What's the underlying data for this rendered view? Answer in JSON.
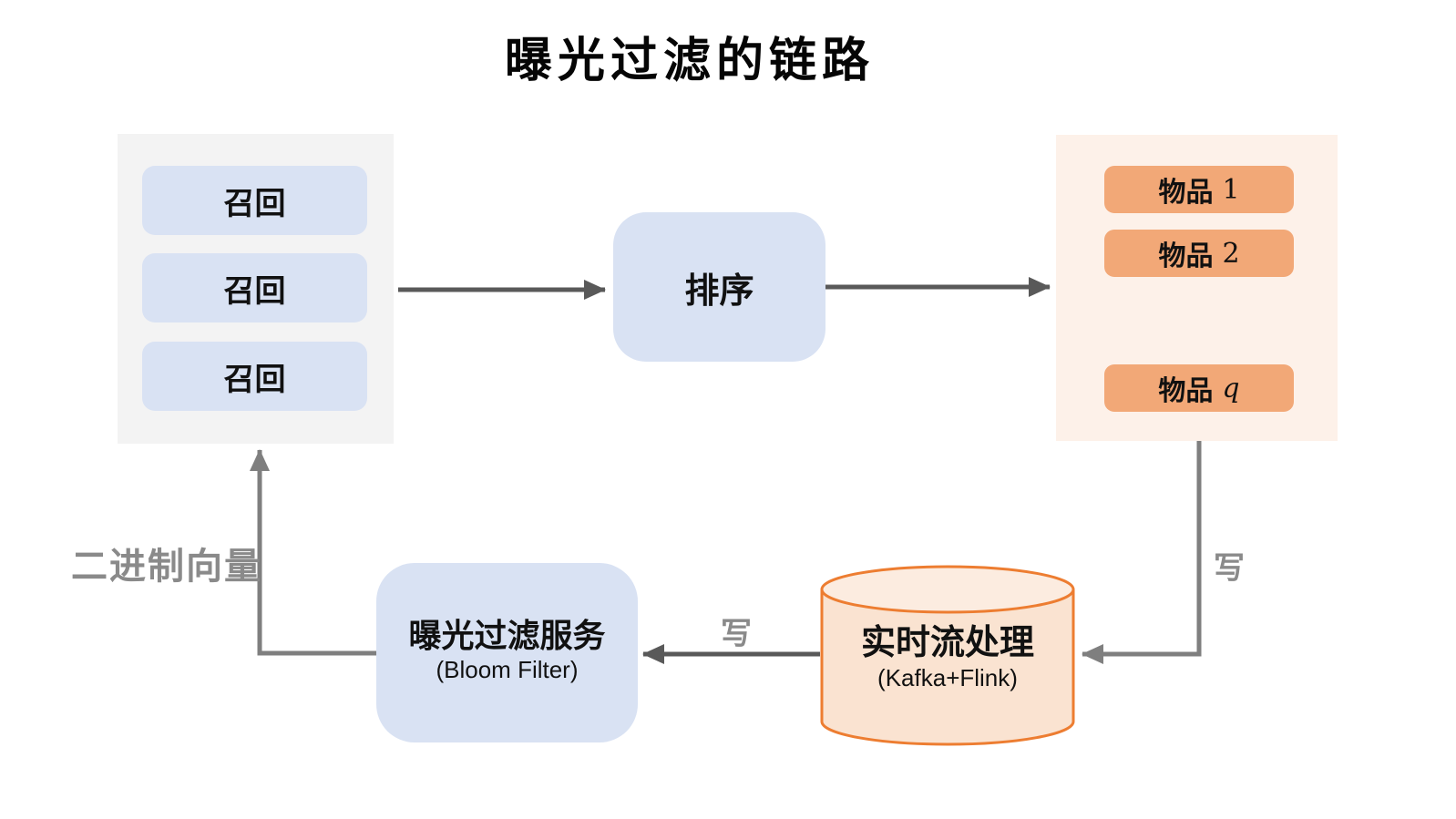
{
  "title": "曝光过滤的链路",
  "recall_panel": {
    "items": [
      {
        "label": "召回"
      },
      {
        "label": "召回"
      },
      {
        "label": "召回"
      }
    ]
  },
  "ranking_box": {
    "label": "排序"
  },
  "items_panel": {
    "items": [
      {
        "prefix": "物品",
        "suffix": "1"
      },
      {
        "prefix": "物品",
        "suffix": "2"
      },
      {
        "prefix": "物品",
        "suffix": "q"
      }
    ],
    "ellipsis_icon": "vertical-ellipsis"
  },
  "exposure_filter_box": {
    "title": "曝光过滤服务",
    "subtitle": "(Bloom Filter)"
  },
  "stream_db": {
    "title": "实时流处理",
    "subtitle": "(Kafka+Flink)"
  },
  "edge_labels": {
    "write_to_stream": "写",
    "write_to_filter": "写",
    "binary_vector": "二进制向量"
  },
  "colors": {
    "panel_gray": "#f3f3f3",
    "panel_orange": "#fdf1e9",
    "blue_box": "#d9e2f3",
    "item_box_orange": "#f2a877",
    "cylinder_fill": "#fae3d1",
    "cylinder_top_fill": "#fcece0",
    "cylinder_stroke": "#ed7d31",
    "arrow_dark": "#595959",
    "arrow_light": "#7f7f7f",
    "edge_label_gray": "#8a8a8a"
  }
}
